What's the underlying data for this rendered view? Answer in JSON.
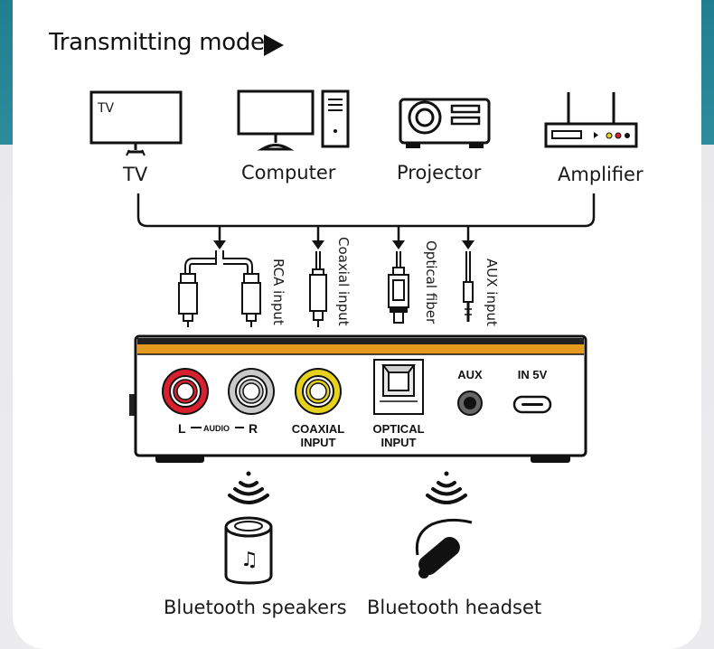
{
  "header": {
    "title": "Transmitting mode"
  },
  "sources": {
    "tv": {
      "label": "TV",
      "screen_text": "TV"
    },
    "computer": {
      "label": "Computer"
    },
    "projector": {
      "label": "Projector"
    },
    "amplifier": {
      "label": "Amplifier"
    }
  },
  "cables": {
    "rca": "RCA input",
    "coaxial": "Coaxial input",
    "optical": "Optical fiber",
    "aux": "AUX input"
  },
  "device_panel": {
    "audio_l": "L",
    "audio_mid": "AUDIO",
    "audio_r": "R",
    "coaxial_1": "COAXIAL",
    "coaxial_2": "INPUT",
    "optical_1": "OPTICAL",
    "optical_2": "INPUT",
    "aux": "AUX",
    "power": "IN 5V"
  },
  "outputs": {
    "speakers": "Bluetooth speakers",
    "headset": "Bluetooth headset"
  },
  "colors": {
    "accent_band": "#e39a1f",
    "device_top": "#222222",
    "rca_red": "#d8202f",
    "rca_white": "#c9c9c9",
    "coax_yellow": "#e6d21a",
    "teal_bg": "#2d8c9c"
  }
}
